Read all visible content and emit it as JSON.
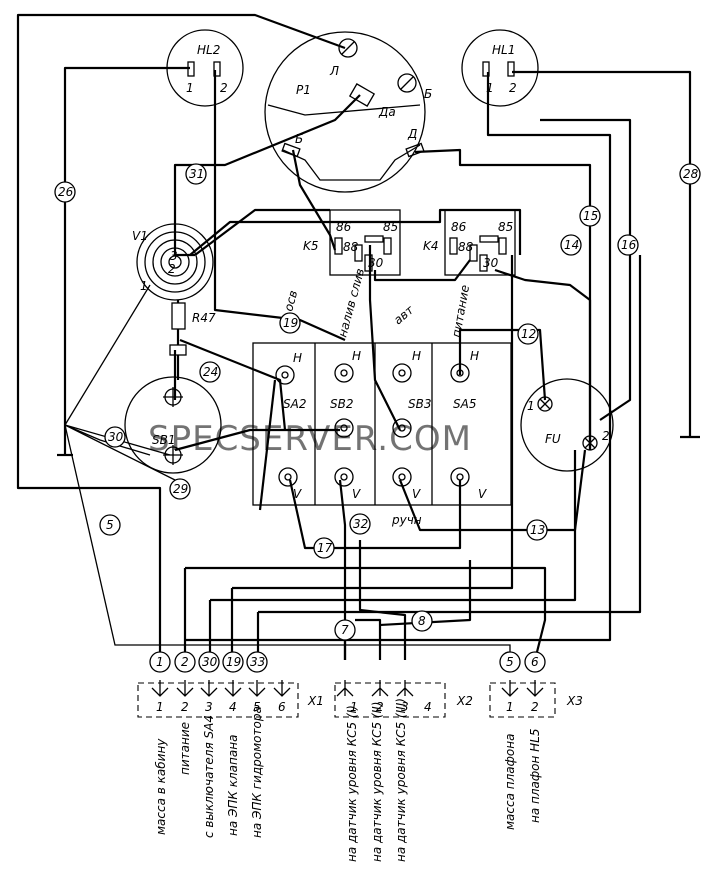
{
  "watermark": "SPECSERVER.COM",
  "components": {
    "hl2": {
      "name": "HL2",
      "pin1": "1",
      "pin2": "2"
    },
    "hl1": {
      "name": "HL1",
      "pin1": "1",
      "pin2": "2"
    },
    "p1": {
      "name": "P1",
      "term_l": "Л",
      "term_b_top": "Б",
      "term_da": "Да",
      "term_b": "Б",
      "term_d": "Д"
    },
    "k5": {
      "name": "K5",
      "t86": "86",
      "t85": "85",
      "t88": "88",
      "t30": "30"
    },
    "k4": {
      "name": "K4",
      "t86": "86",
      "t85": "85",
      "t88": "88",
      "t30": "30"
    },
    "v1": {
      "name": "V1",
      "pin3": "3",
      "pin2": "2",
      "pin1": "1"
    },
    "r47": {
      "name": "R47"
    },
    "sb1": {
      "name": "SB1"
    },
    "fu": {
      "name": "FU",
      "pin1": "1",
      "pin2": "2"
    },
    "switches": [
      {
        "name": "SA2",
        "top": "H",
        "bottom": "V"
      },
      {
        "name": "SB2",
        "top": "H",
        "bottom": "V"
      },
      {
        "name": "SB3",
        "top": "H",
        "bottom": "V"
      },
      {
        "name": "SA5",
        "top": "H",
        "bottom": "V"
      }
    ],
    "panel_labels": {
      "osv": "осв",
      "nalivsliv": "налив слив",
      "avt": "авт",
      "pitanie": "питание",
      "ruchn": "ручн"
    }
  },
  "wires": [
    "26",
    "31",
    "19",
    "24",
    "30",
    "29",
    "5",
    "15",
    "14",
    "16",
    "28",
    "12",
    "13",
    "17",
    "32",
    "7",
    "8"
  ],
  "connectors": {
    "x1": {
      "name": "X1",
      "pins": [
        "1",
        "2",
        "3",
        "4",
        "5",
        "6"
      ],
      "wire_tags": [
        "1",
        "2",
        "30",
        "19",
        "33"
      ]
    },
    "x2": {
      "name": "X2",
      "pins": [
        "1",
        "2",
        "3",
        "4"
      ]
    },
    "x3": {
      "name": "X3",
      "pins": [
        "1",
        "2"
      ],
      "wire_tags": [
        "5",
        "6"
      ]
    }
  },
  "captions": [
    "масса в кабину",
    "питание",
    "с выключателя SA4",
    "на ЭПК клапана",
    "на ЭПК гидромотора",
    "на датчик уровня КС5 (I)",
    "на датчик уровня КС5 (II)",
    "на датчик уровня КС5 (III)",
    "масса плафона",
    "на плафон HL5"
  ]
}
